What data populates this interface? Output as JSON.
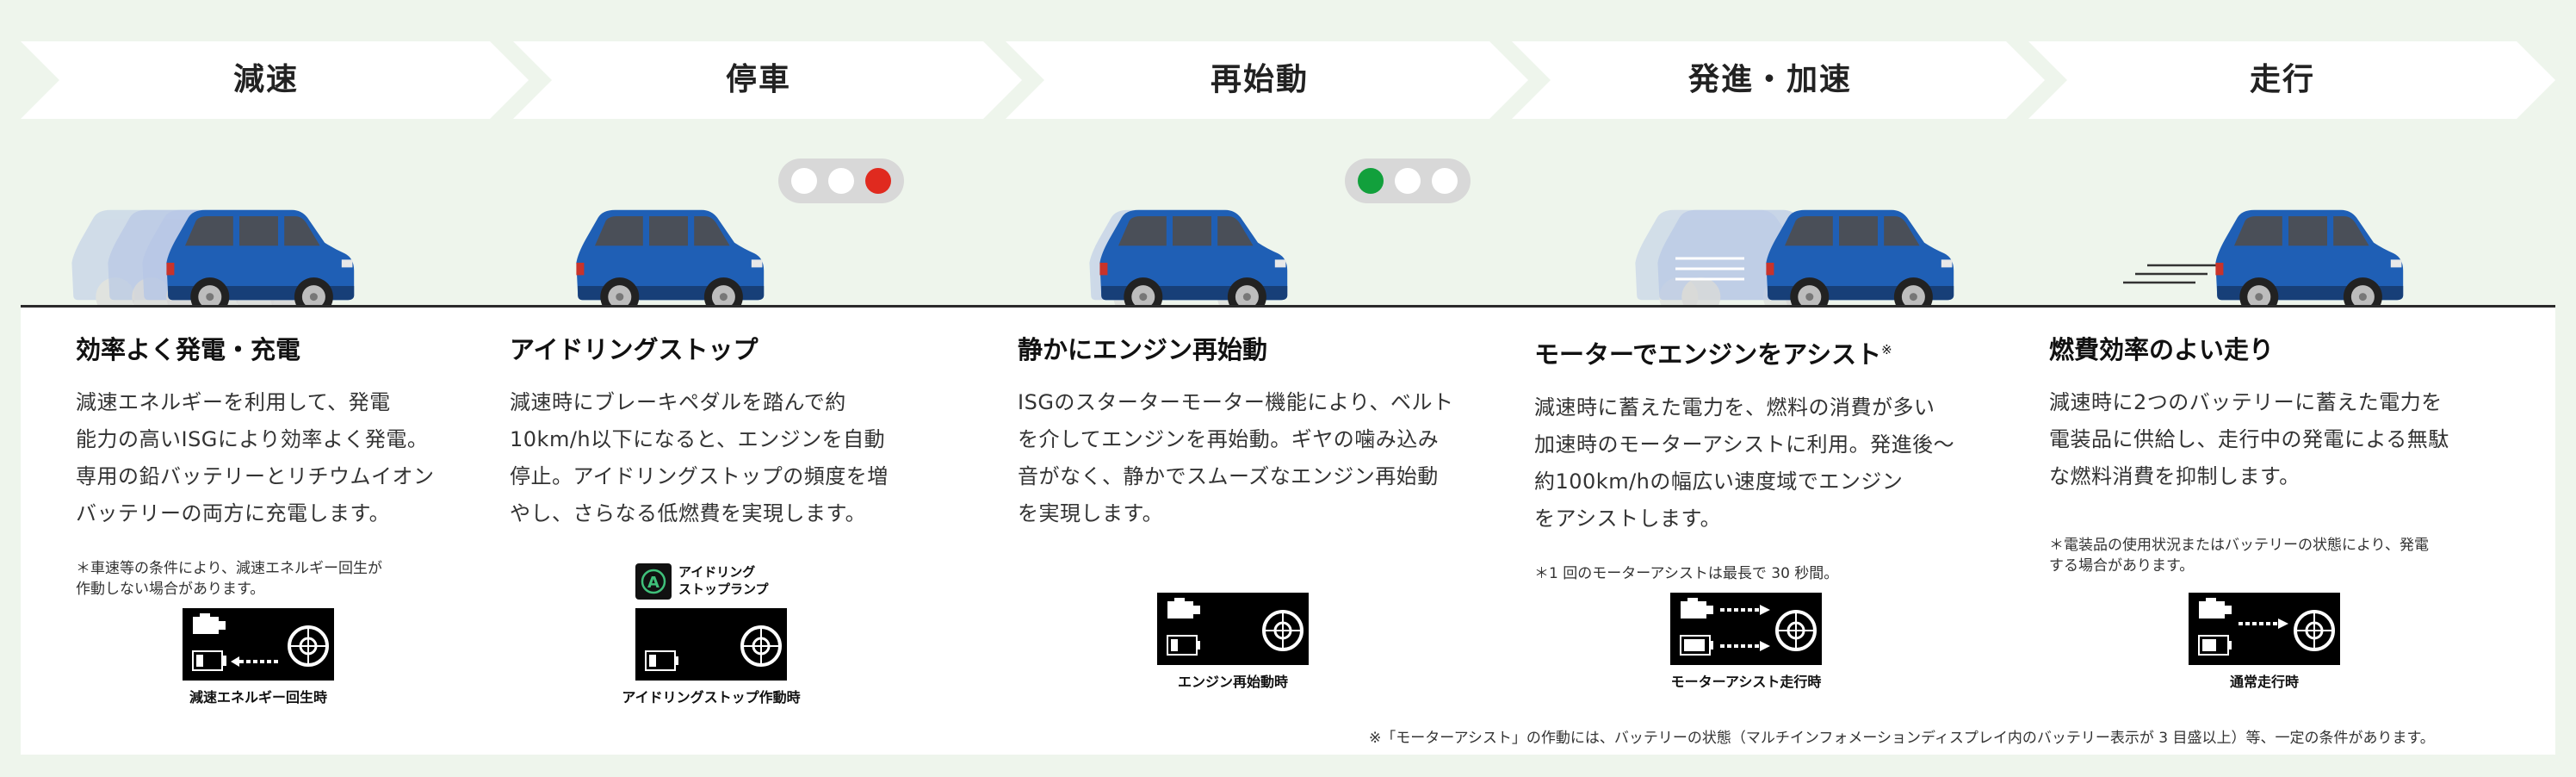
{
  "stages": [
    {
      "title": "減速",
      "heading": "効率よく発電・充電",
      "body": [
        "減速エネルギーを利用して、発電",
        "能力の高いISGにより効率よく発電。",
        "専用の鉛バッテリーとリチウムイオン",
        "バッテリーの両方に充電します。"
      ],
      "note": [
        "＊車速等の条件により、減速エネルギー回生が",
        "作動しない場合があります。"
      ],
      "icon_caption": "減速エネルギー回生時"
    },
    {
      "title": "停車",
      "heading": "アイドリングストップ",
      "body": [
        "減速時にブレーキペダルを踏んで約",
        "10km/h以下になると、エンジンを自動",
        "停止。アイドリングストップの頻度を増",
        "やし、さらなる低燃費を実現します。"
      ],
      "note": [],
      "lamp_label": [
        "アイドリング",
        "ストップランプ"
      ],
      "lamp_icon_letter": "A",
      "icon_caption": "アイドリングストップ作動時"
    },
    {
      "title": "再始動",
      "heading": "静かにエンジン再始動",
      "body": [
        "ISGのスターターモーター機能により、ベルト",
        "を介してエンジンを再始動。ギヤの噛み込み",
        "音がなく、静かでスムーズなエンジン再始動",
        "を実現します。"
      ],
      "note": [],
      "icon_caption": "エンジン再始動時"
    },
    {
      "title": "発進・加速",
      "heading": "モーターでエンジンをアシスト",
      "heading_mark": "※",
      "body": [
        "減速時に蓄えた電力を、燃料の消費が多い",
        "加速時のモーターアシストに利用。発進後～",
        "約100km/hの幅広い速度域でエンジン",
        "をアシストします。"
      ],
      "note": [
        "＊1 回のモーターアシストは最長で 30 秒間。"
      ],
      "icon_caption": "モーターアシスト走行時"
    },
    {
      "title": "走行",
      "heading": "燃費効率のよい走り",
      "body": [
        "減速時に2つのバッテリーに蓄えた電力を",
        "電装品に供給し、走行中の発電による無駄",
        "な燃料消費を抑制します。"
      ],
      "note": [
        "＊電装品の使用状況またはバッテリーの状態により、発電",
        "する場合があります。"
      ],
      "icon_caption": "通常走行時"
    }
  ],
  "footnote": "※「モーターアシスト」の作動には、バッテリーの状態（マルチインフォメーションディスプレイ内のバッテリー表示が 3 目盛以上）等、一定の条件があります。",
  "colors": {
    "car_blue": "#1f5fb5",
    "signal_red": "#e02a1f",
    "signal_green": "#12a03c",
    "signal_off": "#ffffff",
    "arrow_fill": "#ffffff",
    "background": "#eef5ec"
  }
}
